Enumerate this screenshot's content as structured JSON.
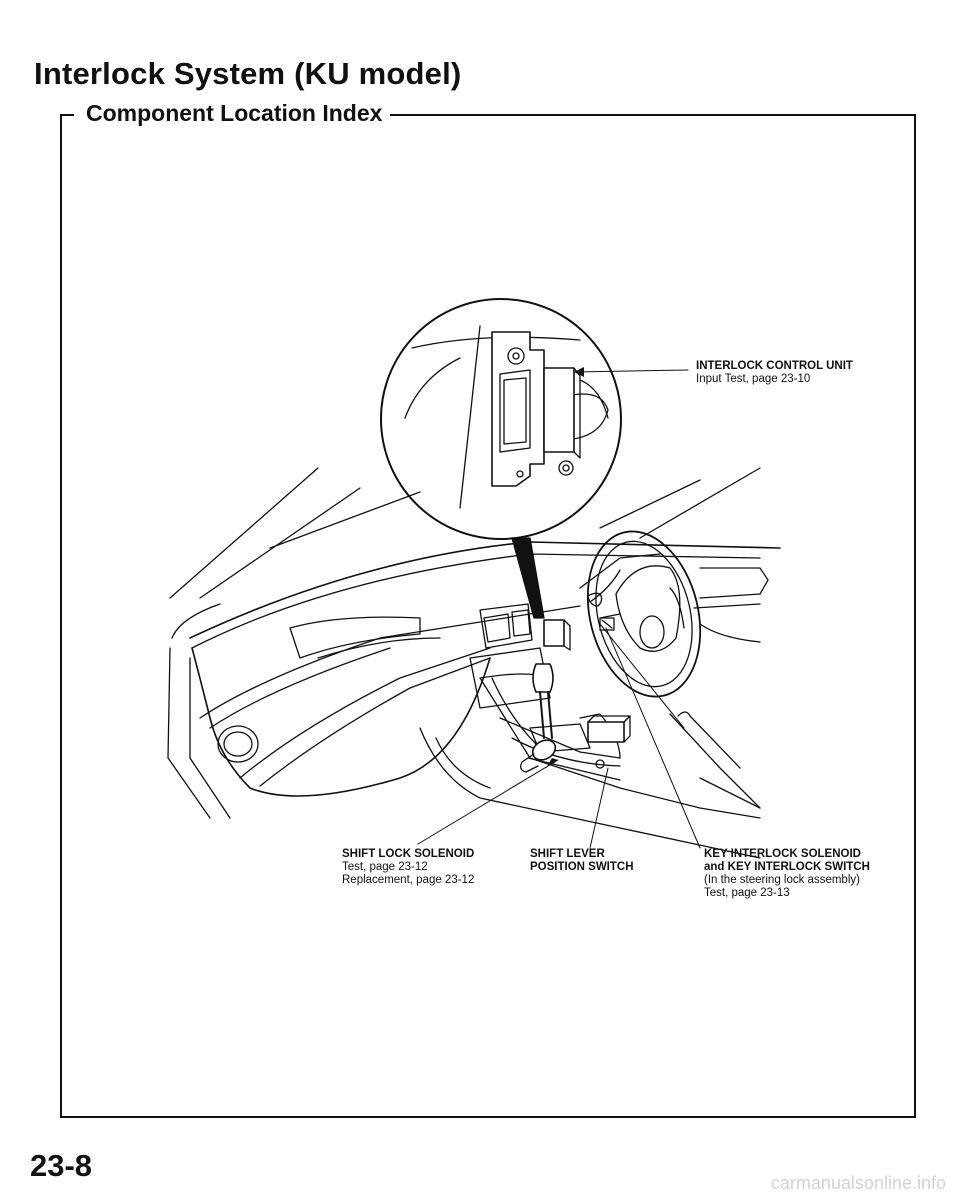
{
  "page": {
    "title": "Interlock System (KU model)",
    "section": "Component Location Index",
    "page_number": "23-8",
    "watermark": "carmanualsonline.info"
  },
  "callouts": {
    "interlock_control_unit": {
      "name": "INTERLOCK CONTROL UNIT",
      "refs": [
        "Input Test, page 23-10"
      ]
    },
    "shift_lock_solenoid": {
      "name": "SHIFT LOCK SOLENOID",
      "refs": [
        "Test, page 23-12",
        "Replacement, page 23-12"
      ]
    },
    "shift_lever_position_switch": {
      "name_lines": [
        "SHIFT LEVER",
        "POSITION SWITCH"
      ]
    },
    "key_interlock": {
      "name_lines": [
        "KEY INTERLOCK SOLENOID",
        "and KEY INTERLOCK SWITCH"
      ],
      "refs": [
        "(In the steering lock assembly)",
        "Test, page 23-13"
      ]
    }
  }
}
